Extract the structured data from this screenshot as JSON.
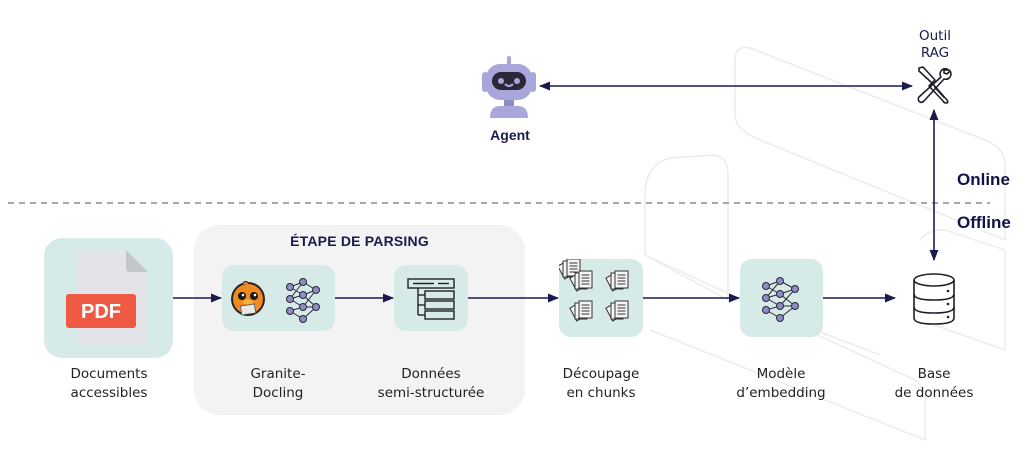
{
  "colors": {
    "arrow": "#1a1a4e",
    "node_fill": "#d6eae8",
    "panel_fill": "#f3f3f3",
    "pdf_red": "#ef5a45",
    "robot_purple": "#a9a6dc",
    "zone_text": "#12124a",
    "divider": "#8a8a8a"
  },
  "online_section": {
    "agent": {
      "label": "Agent",
      "icon": "robot-icon"
    },
    "rag_tool": {
      "label_line1": "Outil",
      "label_line2": "RAG",
      "icon": "tools-wrench-screwdriver-icon"
    }
  },
  "zones": {
    "online": "Online",
    "offline": "Offline"
  },
  "parsing_stage": {
    "title": "ÉTAPE DE PARSING"
  },
  "pipeline": [
    {
      "id": "documents",
      "icon": "pdf-file-icon",
      "badge": "PDF",
      "label_line1": "Documents",
      "label_line2": "accessibles"
    },
    {
      "id": "granite-docling",
      "icon": "docling-mascot-and-neural-network-icon",
      "label_line1": "Granite-",
      "label_line2": "Docling"
    },
    {
      "id": "semi-structured",
      "icon": "tree-structure-icon",
      "label_line1": "Données",
      "label_line2": "semi-structurée"
    },
    {
      "id": "chunking",
      "icon": "document-stack-icon",
      "label_line1": "Découpage",
      "label_line2": "en chunks"
    },
    {
      "id": "embedding",
      "icon": "neural-network-icon",
      "label_line1": "Modèle",
      "label_line2": "d’embedding"
    },
    {
      "id": "database",
      "icon": "database-icon",
      "label_line1": "Base",
      "label_line2": "de données"
    }
  ]
}
